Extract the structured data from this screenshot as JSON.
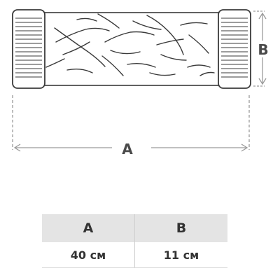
{
  "diagram": {
    "dimension_a_label": "A",
    "dimension_b_label": "B"
  },
  "size_table": {
    "headers": [
      "A",
      "B"
    ],
    "values": [
      "40 см",
      "11 см"
    ]
  },
  "colors": {
    "outline": "#3a3a3a",
    "dimension_line": "#9a9a9a",
    "table_header_bg": "#e4e4e4"
  }
}
